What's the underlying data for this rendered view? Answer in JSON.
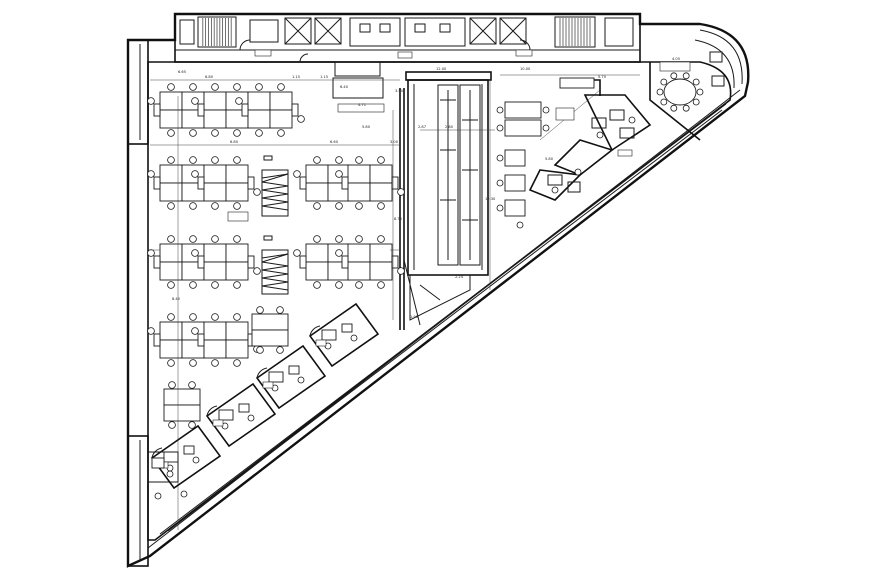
{
  "figure": {
    "title": "",
    "dimension_labels": [
      "6.80",
      "6.80",
      "1.15",
      "1.15",
      "6.65",
      "6.60",
      "5.80",
      "6.40",
      "3.00",
      "2.87",
      "2.80",
      "12.30",
      "12.00",
      "4.71",
      "3.50",
      "8.75",
      "5.70",
      "2.24",
      "1.90",
      "10.00",
      "8.40",
      "5.80",
      "4.05"
    ]
  },
  "colors": {
    "line": "#1a1a1a",
    "background": "#ffffff"
  }
}
